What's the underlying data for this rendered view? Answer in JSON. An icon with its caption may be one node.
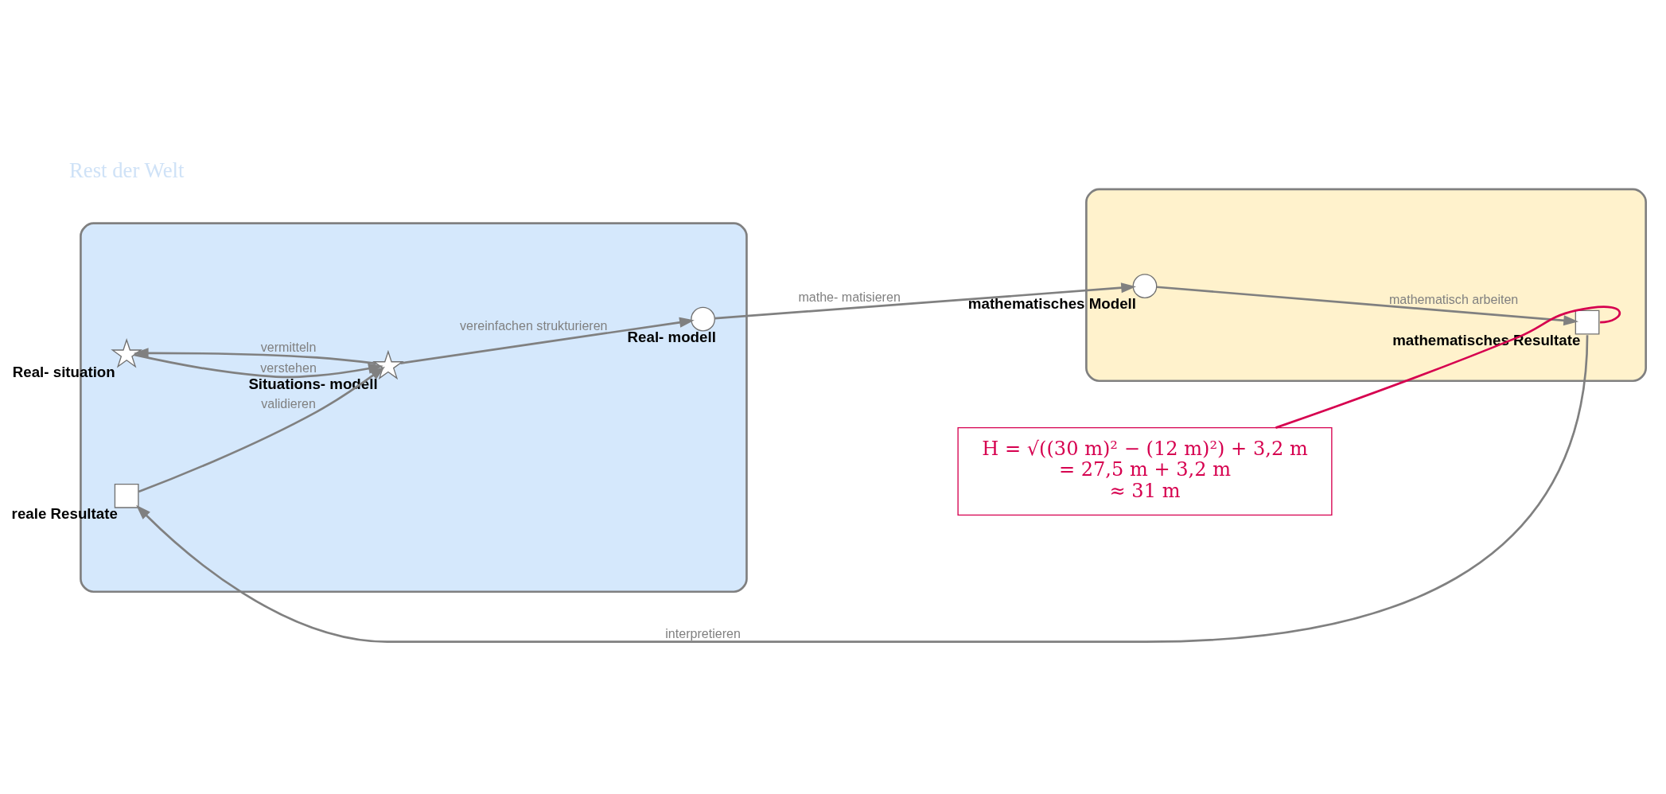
{
  "diagram": {
    "nodes": [
      {
        "text": [],
        "shape": "cloud"
      },
      {
        "text": [],
        "shape": "ellipse"
      },
      {
        "text": [
          "Real- situation"
        ],
        "in": 0
      },
      {
        "text": [
          "Situations- modell"
        ],
        "in": 0
      },
      {
        "text": [
          "Real- modell"
        ],
        "in": 0
      },
      {
        "text": [
          "mathematisches Modell"
        ],
        "in": 1
      },
      {
        "text": [
          "mathematisches Resultate"
        ],
        "in": 1
      },
      {
        "text": [
          "reale Resultate"
        ],
        "in": 0
      },
      {
        "text": [
          "H = √((30 m)² − (12 m)²) + 3,2 m",
          "= 27,5 m + 3,2 m",
          "≈ 31 m"
        ]
      }
    ],
    "edges": [
      {
        "from": 2,
        "to": 3,
        "arrow": "to",
        "label": "verstehen"
      },
      {
        "from": 3,
        "to": 2,
        "arrow": "to",
        "label": "vermitteln"
      },
      {
        "from": 3,
        "to": 4,
        "arrow": "to",
        "label": "vereinfachen strukturieren"
      },
      {
        "from": 4,
        "to": 5,
        "arrow": "to",
        "label": "mathe- matisieren"
      },
      {
        "from": 5,
        "to": 6,
        "arrow": "to",
        "label": "mathematisch arbeiten"
      },
      {
        "from": 6,
        "to": 7,
        "arrow": "to",
        "label": "interpretieren"
      },
      {
        "from": 7,
        "to": 3,
        "arrow": "to",
        "label": "validieren"
      },
      {
        "from": 8,
        "to": 6,
        "arrow": "none",
        "color": "#d6004f"
      }
    ],
    "labels": [
      "Rest der Welt"
    ]
  }
}
